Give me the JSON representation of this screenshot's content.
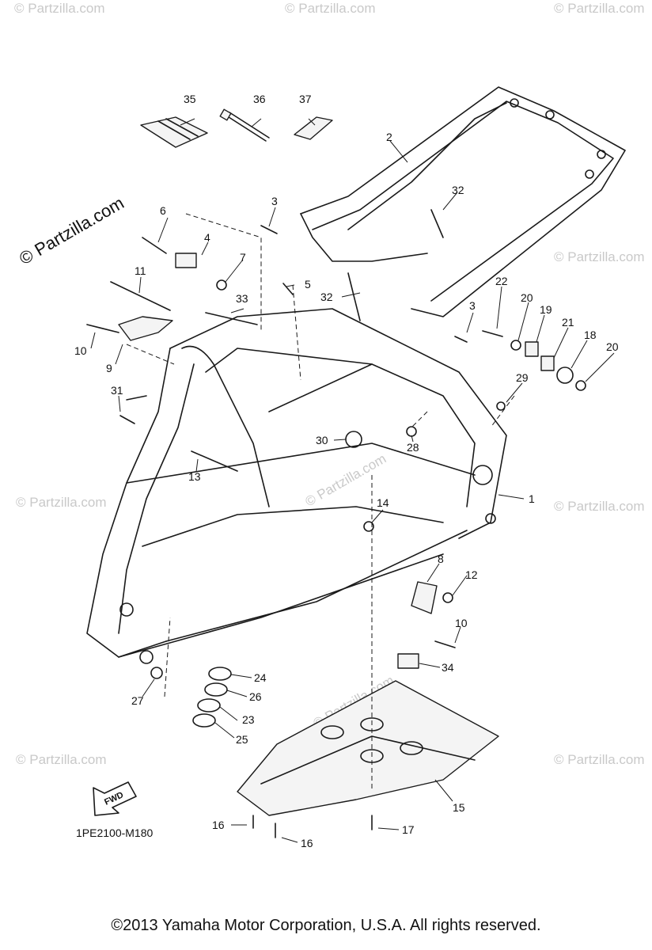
{
  "watermark": {
    "site": "Partzilla.com",
    "main": "© Partzilla.com",
    "small": "© Partzilla.com"
  },
  "diagram_code": "1PE2100-M180",
  "fwd_label": "FWD",
  "copyright": "©2013 Yamaha Motor Corporation, U.S.A. All rights reserved.",
  "callouts": {
    "c1": "1",
    "c2": "2",
    "c3a": "3",
    "c3b": "3",
    "c4": "4",
    "c5": "5",
    "c6": "6",
    "c7": "7",
    "c8": "8",
    "c9": "9",
    "c10a": "10",
    "c10b": "10",
    "c11": "11",
    "c12": "12",
    "c13": "13",
    "c14": "14",
    "c15": "15",
    "c16a": "16",
    "c16b": "16",
    "c17": "17",
    "c18": "18",
    "c19": "19",
    "c20a": "20",
    "c20b": "20",
    "c21": "21",
    "c22": "22",
    "c23": "23",
    "c24": "24",
    "c25": "25",
    "c26": "26",
    "c27": "27",
    "c28": "28",
    "c29": "29",
    "c30": "30",
    "c31": "31",
    "c32a": "32",
    "c32b": "32",
    "c33": "33",
    "c34": "34",
    "c35": "35",
    "c36": "36",
    "c37": "37"
  }
}
